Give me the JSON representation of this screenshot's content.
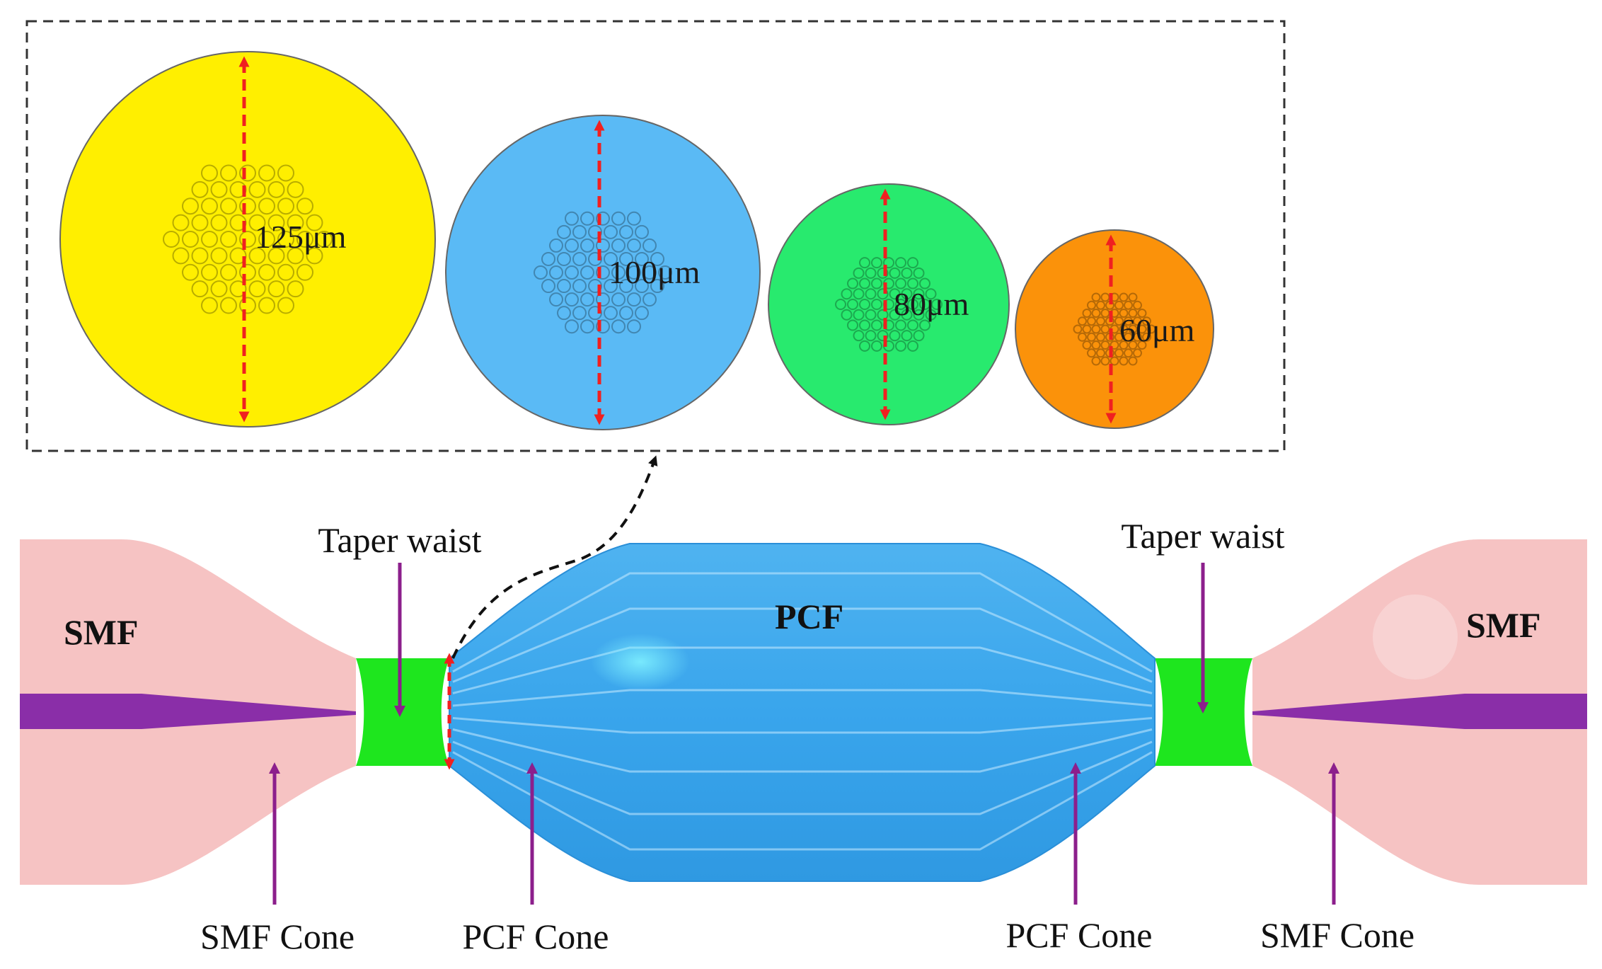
{
  "cross_sections": [
    {
      "diameter_label": "125μm",
      "color": "#ffef00"
    },
    {
      "diameter_label": "100μm",
      "color": "#5abaf5"
    },
    {
      "diameter_label": "80μm",
      "color": "#28ea6e"
    },
    {
      "diameter_label": "60μm",
      "color": "#fb920a"
    }
  ],
  "labels": {
    "smf_left": "SMF",
    "smf_right": "SMF",
    "pcf": "PCF",
    "taper_waist_left": "Taper waist",
    "taper_waist_right": "Taper waist",
    "smf_cone_left": "SMF Cone",
    "pcf_cone_left": "PCF Cone",
    "pcf_cone_right": "PCF Cone",
    "smf_cone_right": "SMF Cone"
  },
  "colors": {
    "smf_cladding": "#f6c3c3",
    "smf_core": "#8a2ea8",
    "pcf_body": "#3aa6ec",
    "taper_waist": "#1ee61e",
    "dimension_arrow": "#f02020",
    "pointer_arrow": "#8c1f8c",
    "inset_border": "#333333"
  }
}
